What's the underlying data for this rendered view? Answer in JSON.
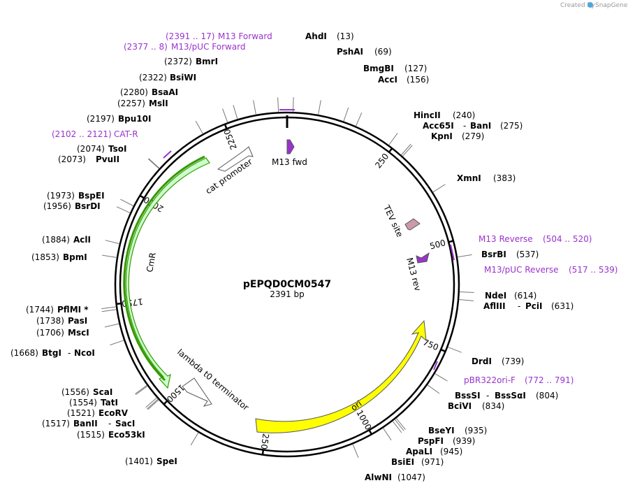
{
  "credit": {
    "prefix": "Created by",
    "brand": "SnapGene"
  },
  "plasmid": {
    "name": "pEPQD0CM0547",
    "length_label": "2391 bp",
    "length": 2391
  },
  "ticks": [
    {
      "pos": 250,
      "label": "250"
    },
    {
      "pos": 500,
      "label": "500"
    },
    {
      "pos": 750,
      "label": "750"
    },
    {
      "pos": 1000,
      "label": "1000"
    },
    {
      "pos": 1250,
      "label": "1250"
    },
    {
      "pos": 1500,
      "label": "1500"
    },
    {
      "pos": 1750,
      "label": "1750"
    },
    {
      "pos": 2000,
      "label": "2000"
    },
    {
      "pos": 2250,
      "label": "2250"
    }
  ],
  "sites": [
    {
      "name": "AhdI",
      "loc": "(13)",
      "pos": 13
    },
    {
      "name": "PshAI",
      "loc": "(69)",
      "pos": 69
    },
    {
      "name": "BmgBI",
      "loc": "(127)",
      "pos": 127
    },
    {
      "name": "AccI",
      "loc": "(156)",
      "pos": 156
    },
    {
      "name": "HincII",
      "loc": "(240)",
      "pos": 240
    },
    {
      "name": "Acc65I",
      "name2": "BanI",
      "loc": "(275)",
      "pos": 275
    },
    {
      "name": "KpnI",
      "loc": "(279)",
      "pos": 279
    },
    {
      "name": "XmnI",
      "loc": "(383)",
      "pos": 383
    },
    {
      "name": "BsrBI",
      "loc": "(537)",
      "pos": 537
    },
    {
      "name": "NdeI",
      "loc": "(614)",
      "pos": 614
    },
    {
      "name": "AflIII",
      "name2": "PciI",
      "loc": "(631)",
      "pos": 631
    },
    {
      "name": "DrdI",
      "loc": "(739)",
      "pos": 739
    },
    {
      "name": "BssSI",
      "name2": "BssSαI",
      "loc": "(804)",
      "pos": 804
    },
    {
      "name": "BciVI",
      "loc": "(834)",
      "pos": 834
    },
    {
      "name": "BseYI",
      "loc": "(935)",
      "pos": 935
    },
    {
      "name": "PspFI",
      "loc": "(939)",
      "pos": 939
    },
    {
      "name": "ApaLI",
      "loc": "(945)",
      "pos": 945
    },
    {
      "name": "BsiEI",
      "loc": "(971)",
      "pos": 971
    },
    {
      "name": "AlwNI",
      "loc": "(1047)",
      "pos": 1047
    },
    {
      "name": "SpeI",
      "loc": "(1401)",
      "pos": 1401
    },
    {
      "name": "Eco53kI",
      "loc": "(1515)",
      "pos": 1515
    },
    {
      "name": "BanII",
      "name2": "SacI",
      "loc": "(1517)",
      "pos": 1517
    },
    {
      "name": "EcoRV",
      "loc": "(1521)",
      "pos": 1521
    },
    {
      "name": "TatI",
      "loc": "(1554)",
      "pos": 1554
    },
    {
      "name": "ScaI",
      "loc": "(1556)",
      "pos": 1556
    },
    {
      "name": "BtgI",
      "name2": "NcoI",
      "loc": "(1668)",
      "pos": 1668
    },
    {
      "name": "MscI",
      "loc": "(1706)",
      "pos": 1706
    },
    {
      "name": "PasI",
      "loc": "(1738)",
      "pos": 1738
    },
    {
      "name": "PflMI *",
      "loc": "(1744)",
      "pos": 1744
    },
    {
      "name": "BpmI",
      "loc": "(1853)",
      "pos": 1853
    },
    {
      "name": "AclI",
      "loc": "(1884)",
      "pos": 1884
    },
    {
      "name": "BsrDI",
      "loc": "(1956)",
      "pos": 1956
    },
    {
      "name": "BspEI",
      "loc": "(1973)",
      "pos": 1973
    },
    {
      "name": "PvuII",
      "loc": "(2073)",
      "pos": 2073
    },
    {
      "name": "TsoI",
      "loc": "(2074)",
      "pos": 2074
    },
    {
      "name": "Bpu10I",
      "loc": "(2197)",
      "pos": 2197
    },
    {
      "name": "MslI",
      "loc": "(2257)",
      "pos": 2257
    },
    {
      "name": "BsaAI",
      "loc": "(2280)",
      "pos": 2280
    },
    {
      "name": "BsiWI",
      "loc": "(2322)",
      "pos": 2322
    },
    {
      "name": "BmrI",
      "loc": "(2372)",
      "pos": 2372
    }
  ],
  "primers": [
    {
      "name": "M13 Forward",
      "loc": "(2391 .. 17)",
      "start": 2391,
      "end": 17
    },
    {
      "name": "M13/pUC Forward",
      "loc": "(2377 .. 8)",
      "start": 2377,
      "end": 8
    },
    {
      "name": "M13 Reverse",
      "loc": "(504 .. 520)",
      "start": 504,
      "end": 520
    },
    {
      "name": "M13/pUC Reverse",
      "loc": "(517 .. 539)",
      "start": 517,
      "end": 539
    },
    {
      "name": "pBR322ori-F",
      "loc": "(772 .. 791)",
      "start": 772,
      "end": 791
    },
    {
      "name": "CAT-R",
      "loc": "(2102 .. 2121)",
      "start": 2102,
      "end": 2121
    }
  ],
  "features": [
    {
      "name": "cat promoter",
      "color": "#ffffff"
    },
    {
      "name": "CmR",
      "color": "#ccffcc"
    },
    {
      "name": "lambda t0 terminator",
      "color": "#ffffff"
    },
    {
      "name": "ori",
      "color": "#ffff00"
    },
    {
      "name": "M13 fwd",
      "color": "#9933cc"
    },
    {
      "name": "M13 rev",
      "color": "#9933cc"
    },
    {
      "name": "TEV site",
      "color": "#cc99aa"
    }
  ],
  "colors": {
    "backbone": "#000000",
    "primer": "#9933cc",
    "leader": "#777777",
    "cmr_outline": "#339900"
  }
}
